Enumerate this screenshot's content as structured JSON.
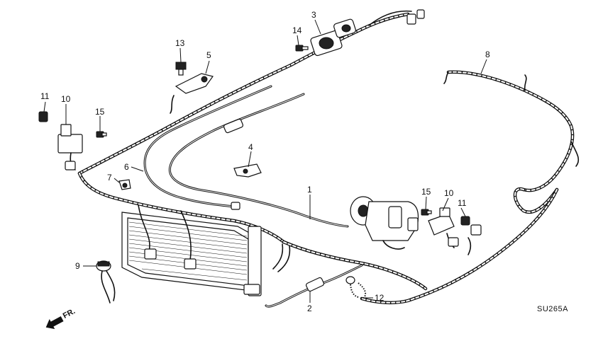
{
  "callouts": {
    "c1": "1",
    "c2": "2",
    "c3": "3",
    "c4": "4",
    "c5": "5",
    "c6": "6",
    "c7": "7",
    "c8": "8",
    "c9": "9",
    "c10a": "10",
    "c10b": "10",
    "c11a": "11",
    "c11b": "11",
    "c12": "12",
    "c13": "13",
    "c14": "14",
    "c15a": "15",
    "c15b": "15"
  },
  "diagram_code": "SU265A",
  "direction_label": "FR."
}
